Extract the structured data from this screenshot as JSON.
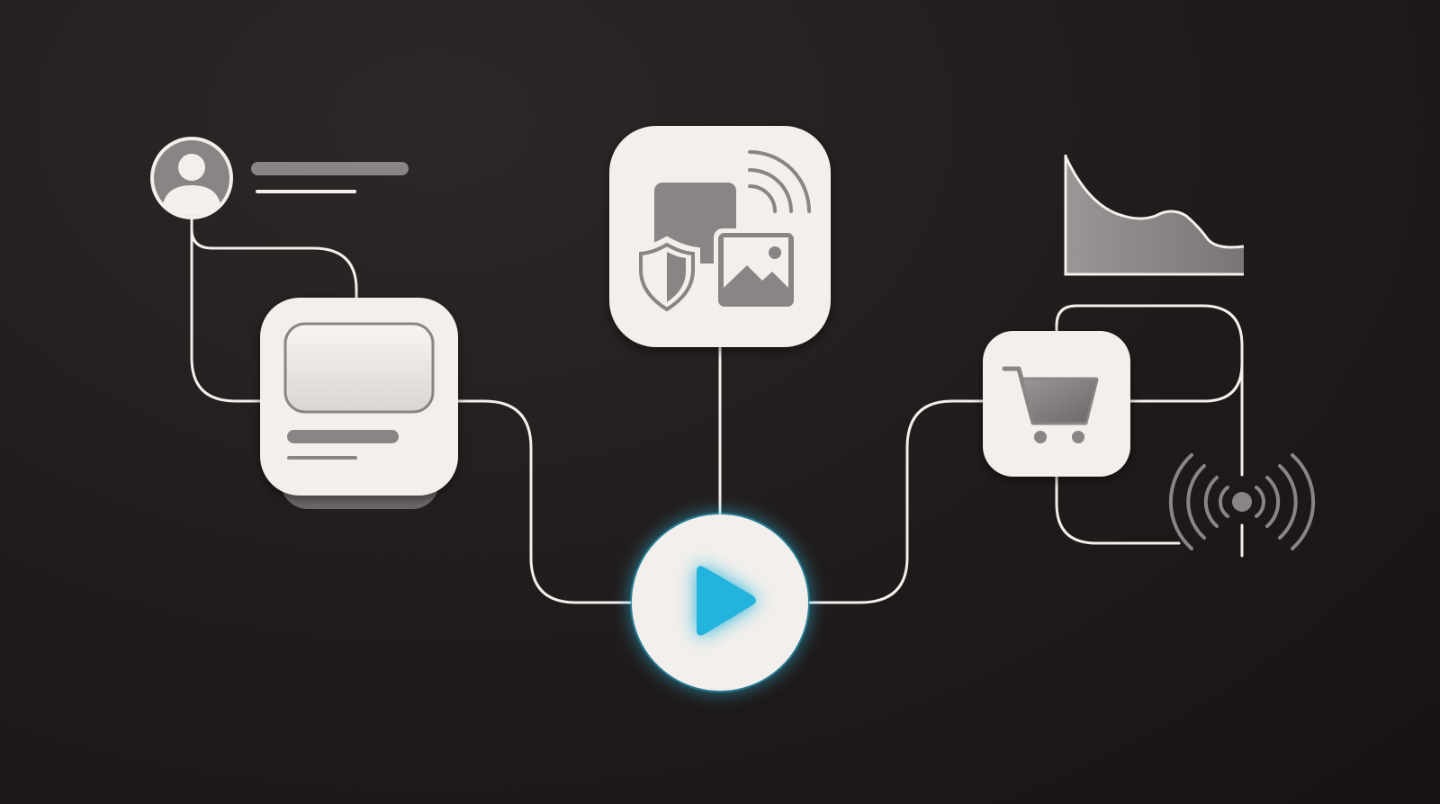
{
  "diagram": {
    "description_free": true,
    "colors": {
      "background": "#1c1717",
      "tile": "#f2efec",
      "line": "#f2efec",
      "icon_gray": "#8a8585",
      "play_accent": "#23b4dc",
      "glow": "#2ec8f0"
    },
    "nodes": [
      {
        "id": "user-profile-node",
        "icon": "user-icon"
      },
      {
        "id": "content-card-node",
        "icon": "card-icon"
      },
      {
        "id": "media-security-node",
        "icon": "shield-image-wifi-icon"
      },
      {
        "id": "play-node",
        "icon": "play-icon"
      },
      {
        "id": "cart-node",
        "icon": "shopping-cart-icon"
      },
      {
        "id": "area-chart-node",
        "icon": "area-chart-icon"
      },
      {
        "id": "broadcast-node",
        "icon": "broadcast-icon"
      }
    ]
  }
}
